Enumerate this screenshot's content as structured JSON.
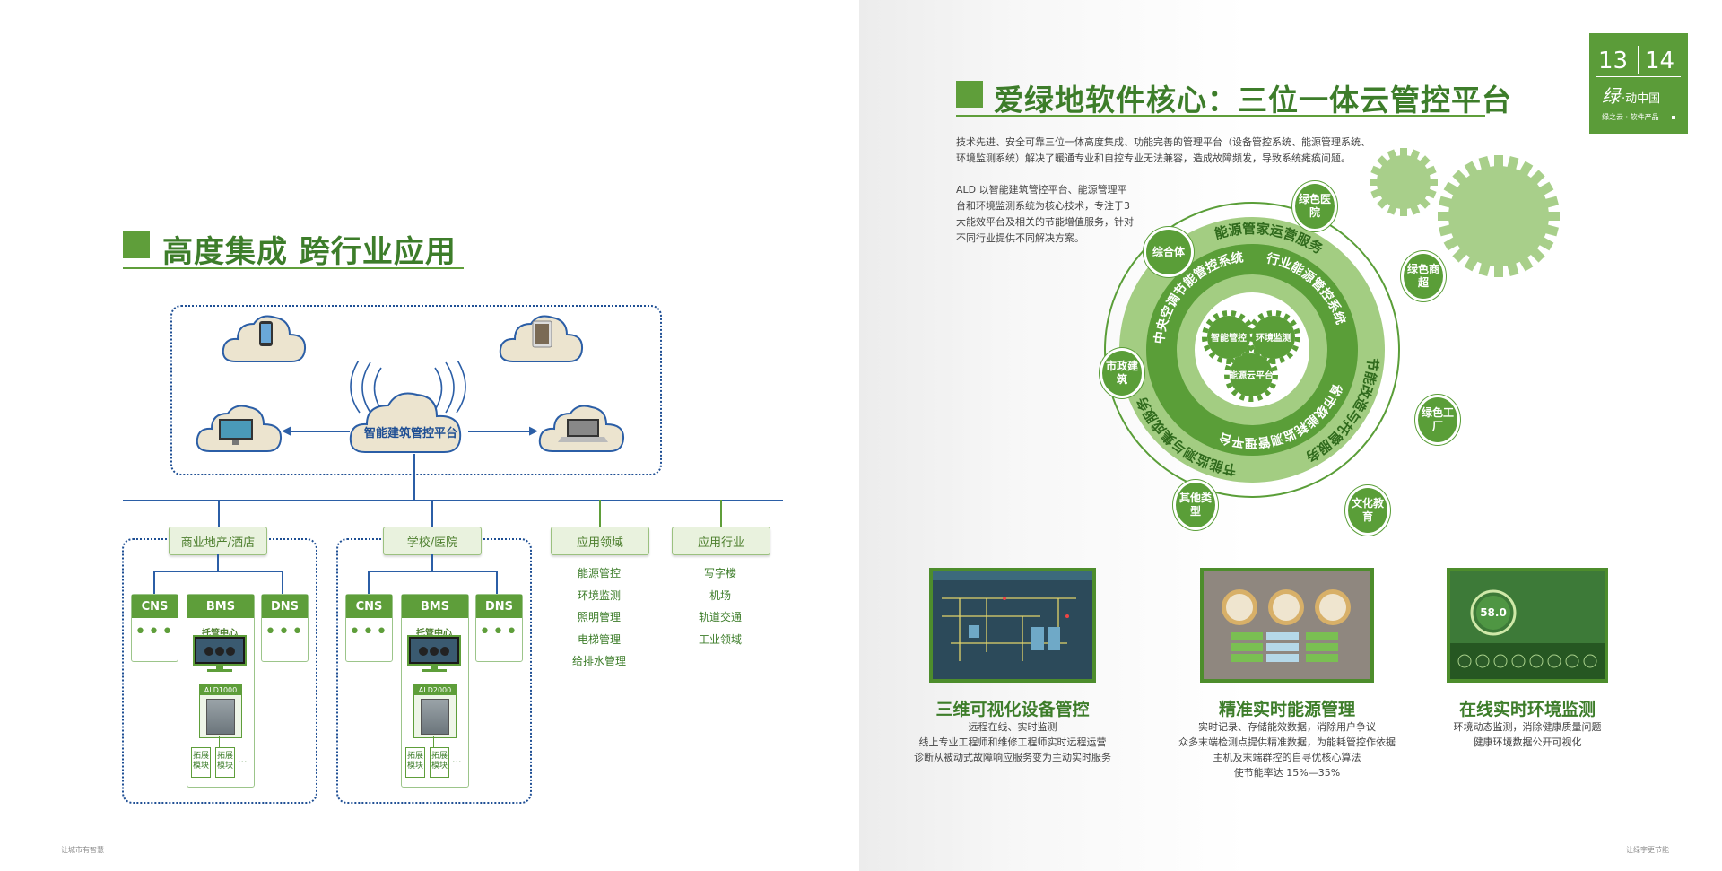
{
  "left": {
    "title": "高度集成 跨行业应用",
    "platform_label": "智能建筑管控平台",
    "groups": [
      {
        "label": "商业地产/酒店",
        "systems": [
          "CNS",
          "BMS",
          "DNS"
        ],
        "center_label": "托管中心",
        "device_label": "ALD1000",
        "modules": [
          "拓展模块",
          "拓展模块"
        ]
      },
      {
        "label": "学校/医院",
        "systems": [
          "CNS",
          "BMS",
          "DNS"
        ],
        "center_label": "托管中心",
        "device_label": "ALD2000",
        "modules": [
          "拓展模块",
          "拓展模块"
        ]
      }
    ],
    "dots": "•••",
    "ellipsis": "...",
    "app_field": {
      "label": "应用领域",
      "items": [
        "能源管控",
        "环境监测",
        "照明管理",
        "电梯管理",
        "给排水管理"
      ]
    },
    "app_industry": {
      "label": "应用行业",
      "items": [
        "写字楼",
        "机场",
        "轨道交通",
        "工业领域"
      ]
    },
    "footer": "让城市有智慧"
  },
  "right": {
    "page_numbers": {
      "left": "13",
      "right": "14"
    },
    "badge_brand": "绿",
    "badge_title": "·动中国",
    "badge_sub": "绿之云 · 软件产品",
    "title": "爱绿地软件核心：三位一体云管控平台",
    "intro": "技术先进、安全可靠三位一体高度集成、功能完善的管理平台（设备管控系统、能源管理系统、环境监测系统）解决了暖通专业和自控专业无法兼容，造成故障频发，导致系统瘫痪问题。",
    "desc": "ALD 以智能建筑管控平台、能源管理平台和环境监测系统为核心技术，专注于3大能效平台及相关的节能增值服务，针对不同行业提供不同解决方案。",
    "ring_nodes": [
      "绿色医院",
      "绿色商超",
      "绿色工厂",
      "文化教育",
      "其他类型",
      "市政建筑",
      "综合体"
    ],
    "outer_ring_texts": [
      "能源管家运营服务",
      "节能改造与托管服务",
      "节能监测与集成服务"
    ],
    "inner_ring_texts": [
      "中央空调节能管控系统",
      "行业能源管控系统",
      "省市级能耗监测管理平台"
    ],
    "gears": [
      "智能管控",
      "环境监测",
      "能源云平台"
    ],
    "features": [
      {
        "title": "三维可视化设备管控",
        "lines": [
          "远程在线、实时监测",
          "线上专业工程师和维修工程师实时远程运营",
          "诊断从被动式故障响应服务变为主动实时服务"
        ]
      },
      {
        "title": "精准实时能源管理",
        "lines": [
          "实时记录、存储能效数据，消除用户争议",
          "众多末端检测点提供精准数据，为能耗管控作依据",
          "主机及末端群控的自寻优核心算法",
          "使节能率达 15%—35%"
        ]
      },
      {
        "title": "在线实时环境监测",
        "lines": [
          "环境动态监测，消除健康质量问题",
          "健康环境数据公开可视化"
        ]
      }
    ],
    "env_screen_value": "58.0",
    "footer": "让绿字更节能"
  },
  "colors": {
    "green": "#5f9e3a",
    "dark_green": "#3d7d2a",
    "blue": "#2b5ea6"
  }
}
